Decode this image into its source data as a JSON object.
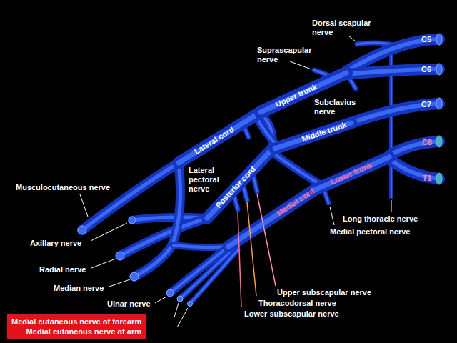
{
  "diagram": {
    "nodes": [
      {
        "text": [
          "Medial cutaneous nerve of forearm",
          "Medial cutaneous nerve of arm"
        ]
      }
    ],
    "labels": [
      "Dorsal scapular nerve",
      "C5",
      "Suprascapular nerve",
      "C6",
      "Upper trunk",
      "Subclavius nerve",
      "C7",
      "Middle trunk",
      "Lateral cord",
      "C8",
      "Lateral pectoral nerve",
      "Musculocutaneous nerve",
      "Posterior cord",
      "Medial cord",
      "Lower trunk",
      "T1",
      "Long thoracic nerve",
      "Medial pectoral nerve",
      "Axillary nerve",
      "Radial nerve",
      "Median nerve",
      "Upper subscapular nerve",
      "Thoracodorsal nerve",
      "Ulnar nerve",
      "Lower subscapular nerve"
    ]
  }
}
